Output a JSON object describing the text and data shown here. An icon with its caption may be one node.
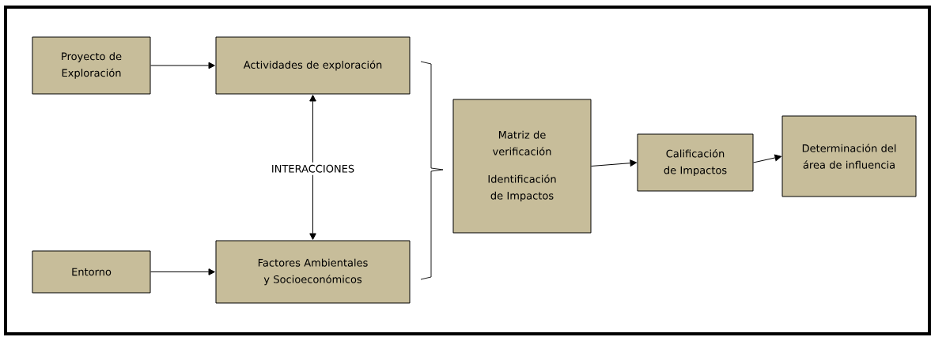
{
  "diagram": {
    "nodes": [
      {
        "text": [
          "Proyecto de Exploración"
        ]
      },
      {
        "text": [
          "Actividades de exploración"
        ]
      },
      {
        "text": [
          "Entorno"
        ]
      },
      {
        "text": [
          "Factores Ambientales y Socioeconómicos"
        ]
      },
      {
        "text": [
          "Matriz de verificación",
          "Identificación de Impactos"
        ]
      },
      {
        "text": [
          "Calificación de Impactos"
        ]
      },
      {
        "text": [
          "Determinación del área de influencia"
        ]
      }
    ],
    "edges": [
      {
        "from": 0,
        "to": 1,
        "arrow": "to"
      },
      {
        "from": 3,
        "to": 1,
        "arrow": "both",
        "label": "INTERACCIONES"
      },
      {
        "from": 2,
        "to": 3,
        "arrow": "to"
      },
      {
        "from": 4,
        "to": 5,
        "arrow": "to"
      },
      {
        "from": 5,
        "to": 6,
        "arrow": "to"
      }
    ]
  }
}
